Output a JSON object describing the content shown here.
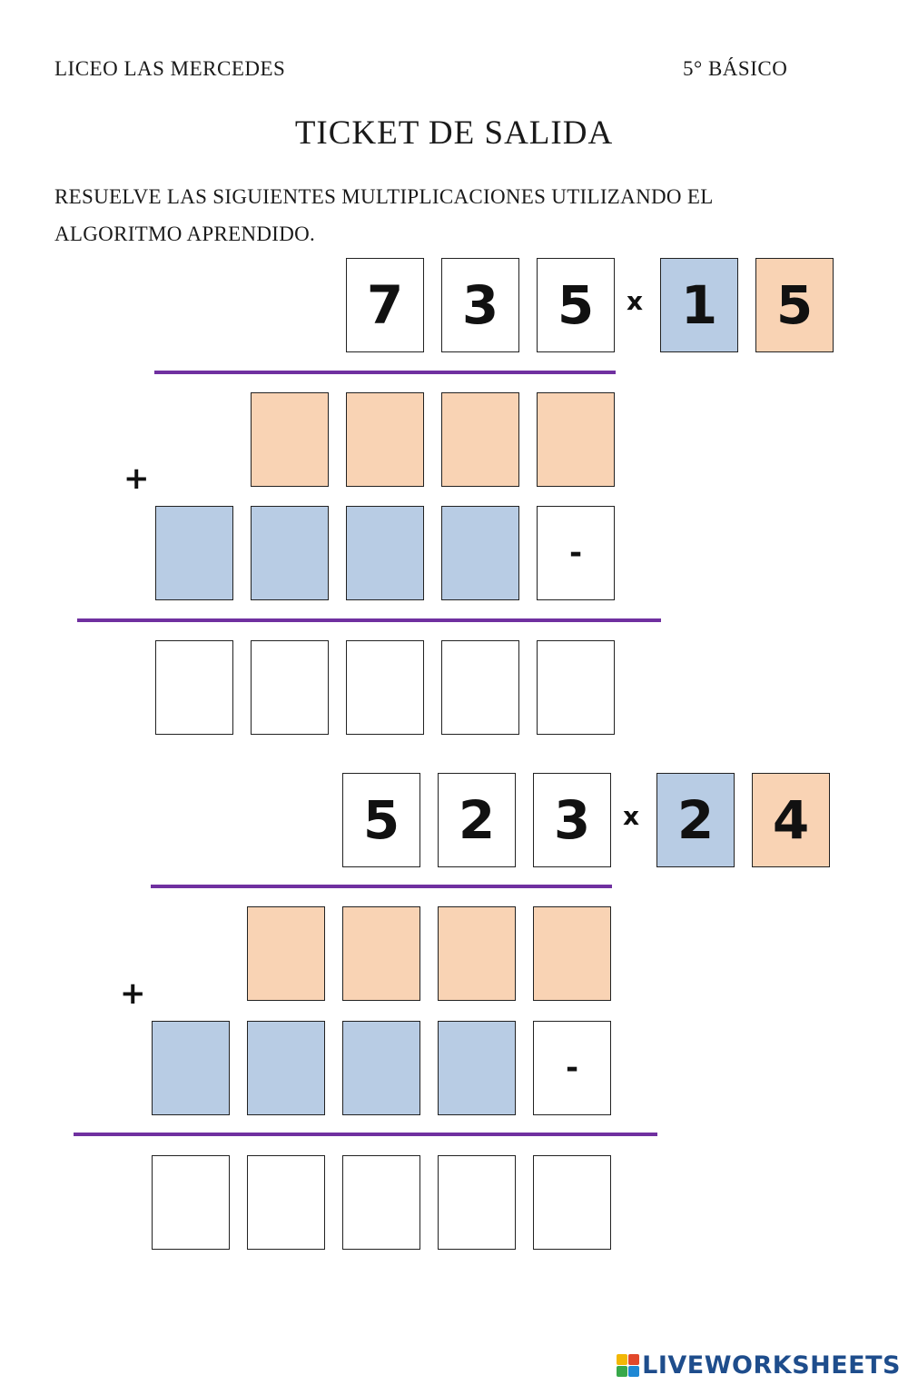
{
  "header": {
    "school": "LICEO LAS MERCEDES",
    "grade": "5° BÁSICO",
    "title": "TICKET DE SALIDA",
    "instructions": "RESUELVE LAS SIGUIENTES MULTIPLICACIONES UTILIZANDO EL ALGORITMO APRENDIDO."
  },
  "symbols": {
    "times": "x",
    "plus": "+",
    "dash": "-"
  },
  "problems": [
    {
      "multiplicand": [
        "7",
        "3",
        "5"
      ],
      "multiplier": [
        "1",
        "5"
      ]
    },
    {
      "multiplicand": [
        "5",
        "2",
        "3"
      ],
      "multiplier": [
        "2",
        "4"
      ]
    }
  ],
  "colors": {
    "orange": "#f9d3b4",
    "blue": "#b8cce4",
    "rule": "#7030a0"
  },
  "footer": {
    "logo": "LIVEWORKSHEETS"
  }
}
